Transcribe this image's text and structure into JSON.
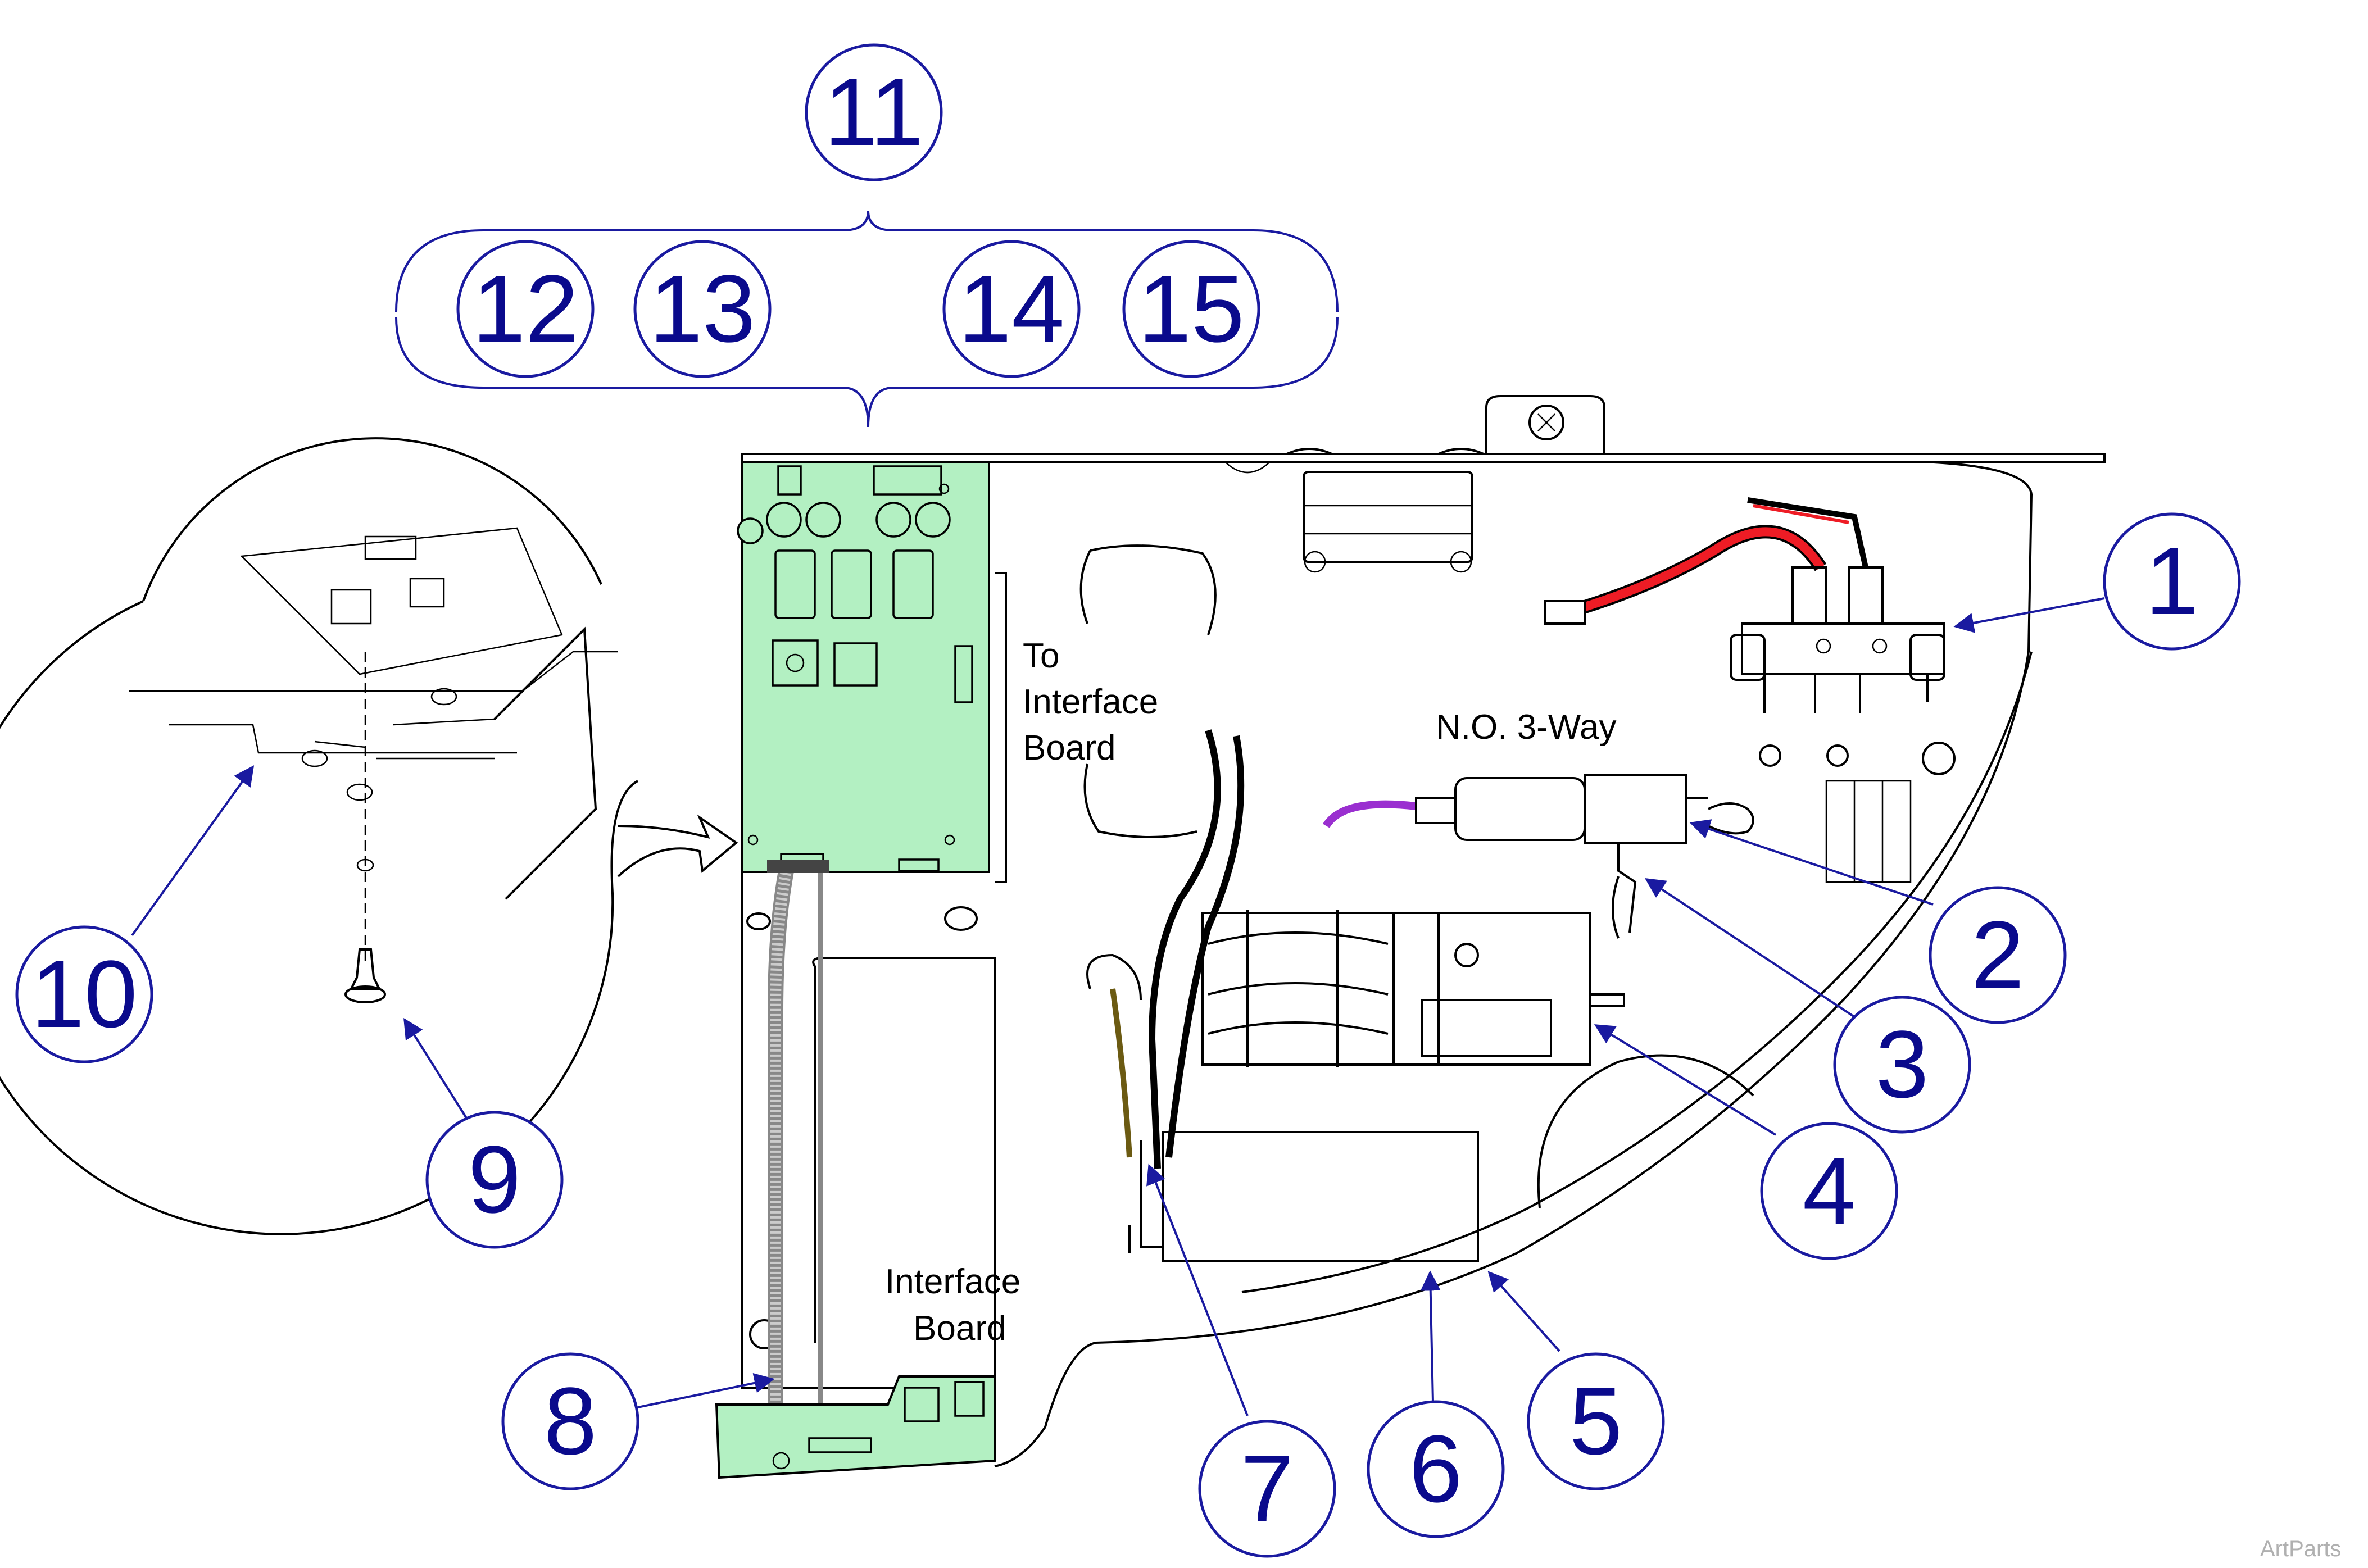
{
  "labels": {
    "to_interface_board": [
      "To",
      "Interface",
      "Board"
    ],
    "interface_board": [
      "Interface",
      "Board"
    ],
    "valve": "N.O. 3-Way"
  },
  "callouts": [
    "1",
    "2",
    "3",
    "4",
    "5",
    "6",
    "7",
    "8",
    "9",
    "10",
    "11",
    "12",
    "13",
    "14",
    "15"
  ],
  "watermark": "ArtParts"
}
